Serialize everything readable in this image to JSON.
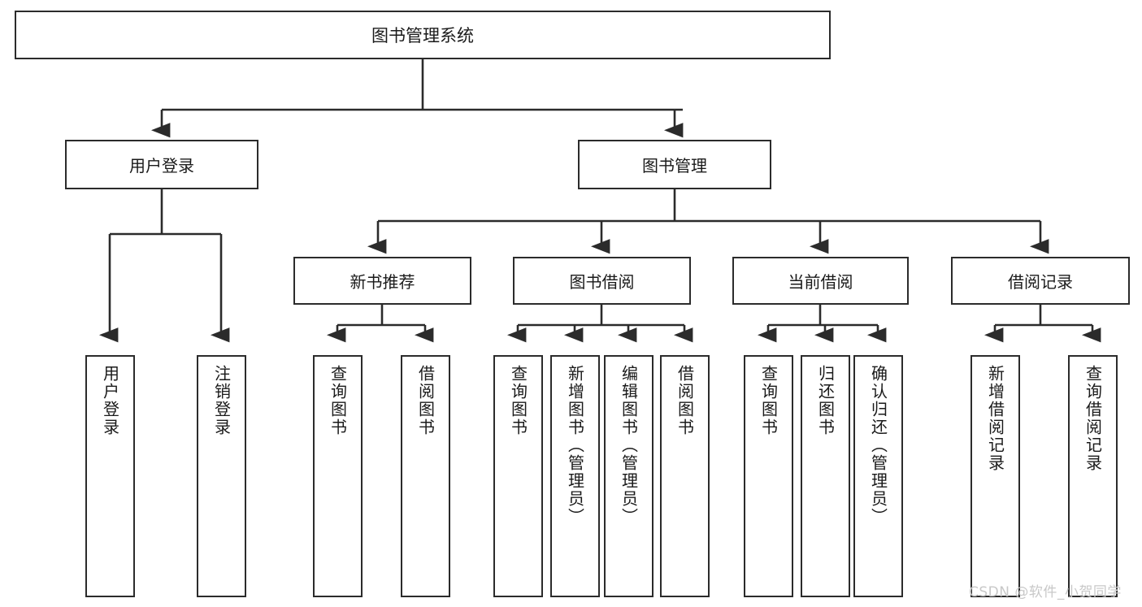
{
  "diagram": {
    "title": "图书管理系统",
    "root": {
      "label": "图书管理系统"
    },
    "level2": [
      {
        "label": "用户登录"
      },
      {
        "label": "图书管理"
      }
    ],
    "level3": [
      {
        "label": "新书推荐"
      },
      {
        "label": "图书借阅"
      },
      {
        "label": "当前借阅"
      },
      {
        "label": "借阅记录"
      }
    ],
    "leaves_user_login": [
      {
        "label": "用户登录"
      },
      {
        "label": "注销登录"
      }
    ],
    "leaves_new_book": [
      {
        "label": "查询图书"
      },
      {
        "label": "借阅图书"
      }
    ],
    "leaves_borrow": [
      {
        "label": "查询图书"
      },
      {
        "label": "新增图书（管理员）"
      },
      {
        "label": "编辑图书（管理员）"
      },
      {
        "label": "借阅图书"
      }
    ],
    "leaves_current": [
      {
        "label": "查询图书"
      },
      {
        "label": "归还图书"
      },
      {
        "label": "确认归还（管理员）"
      }
    ],
    "leaves_record": [
      {
        "label": "新增借阅记录"
      },
      {
        "label": "查询借阅记录"
      }
    ]
  },
  "watermark": {
    "text": "CSDN @软件_小贺同学"
  },
  "colors": {
    "stroke": "#2b2b2b",
    "background": "#ffffff",
    "text": "#1a1a1a",
    "watermark": "#c8c8c8"
  }
}
